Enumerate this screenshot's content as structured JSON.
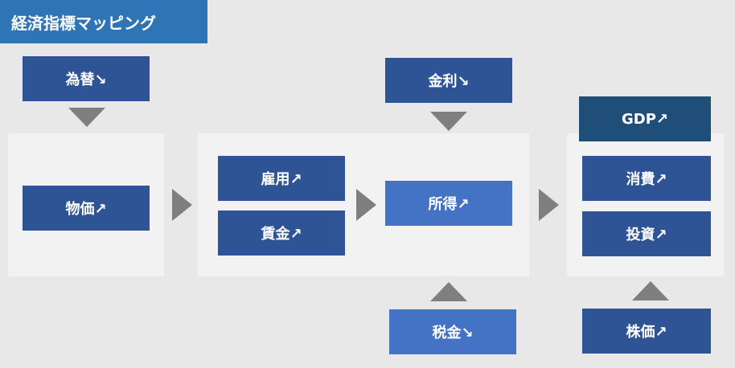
{
  "title": "経済指標マッピング",
  "nodes": {
    "kawase": "為替↘",
    "bukka": "物価↗",
    "koyou": "雇用↗",
    "chingin": "賃金↗",
    "kinri": "金利↘",
    "shotoku": "所得↗",
    "zeikin": "税金↘",
    "gdp": "GDP↗",
    "shouhi": "消費↗",
    "toushi": "投資↗",
    "kabuka": "株価↗"
  },
  "colors": {
    "title_bg": "#2f75b5",
    "box": "#2f5496",
    "box_light": "#4472c4",
    "box_dark": "#1f4e79",
    "panel": "#f2f2f2",
    "arrow": "#7f7f7f",
    "background": "#e8e8e8"
  }
}
